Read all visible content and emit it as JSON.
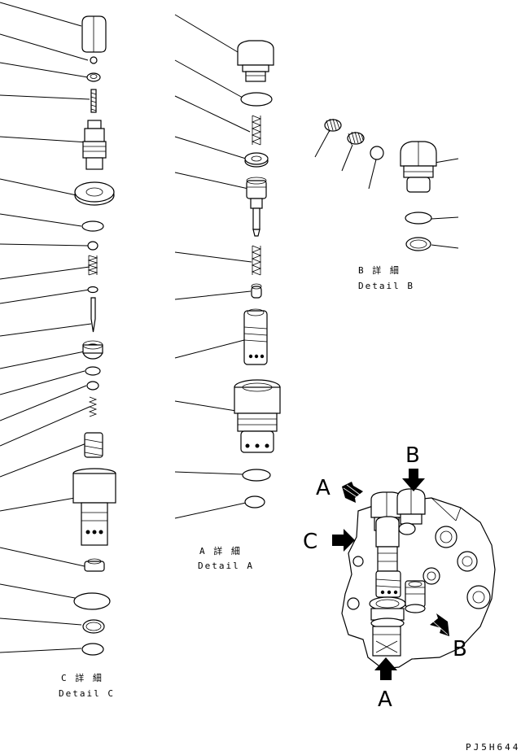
{
  "captions": {
    "detail_a_jp": "A 詳 細",
    "detail_a_en": "Detail A",
    "detail_b_jp": "B 詳 細",
    "detail_b_en": "Detail B",
    "detail_c_jp": "C 詳 細",
    "detail_c_en": "Detail C"
  },
  "view_labels": {
    "a_top": "A",
    "b_top": "B",
    "c_left": "C",
    "b_right": "B",
    "a_bottom": "A"
  },
  "drawing_code": "PJ5H644"
}
